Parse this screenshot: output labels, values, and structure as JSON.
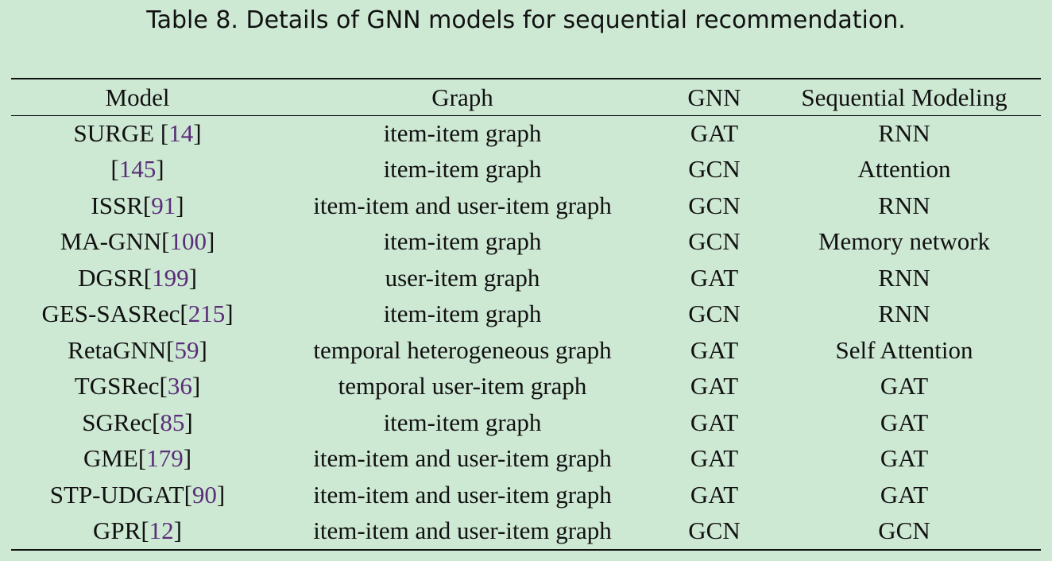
{
  "caption": "Table 8.  Details of GNN models for sequential recommendation.",
  "headers": {
    "model": "Model",
    "graph": "Graph",
    "gnn": "GNN",
    "seq": "Sequential Modeling"
  },
  "rows": [
    {
      "name": "SURGE ",
      "lb": "[",
      "ref": "14",
      "rb": "]",
      "graph": "item-item graph",
      "gnn": "GAT",
      "seq": "RNN"
    },
    {
      "name": "",
      "lb": "[",
      "ref": "145",
      "rb": "]",
      "graph": "item-item graph",
      "gnn": "GCN",
      "seq": "Attention"
    },
    {
      "name": "ISSR",
      "lb": "[",
      "ref": "91",
      "rb": "]",
      "graph": "item-item and user-item graph",
      "gnn": "GCN",
      "seq": "RNN"
    },
    {
      "name": "MA-GNN",
      "lb": "[",
      "ref": "100",
      "rb": "]",
      "graph": "item-item graph",
      "gnn": "GCN",
      "seq": "Memory network"
    },
    {
      "name": "DGSR",
      "lb": "[",
      "ref": "199",
      "rb": "]",
      "graph": "user-item graph",
      "gnn": "GAT",
      "seq": "RNN"
    },
    {
      "name": "GES-SASRec",
      "lb": "[",
      "ref": "215",
      "rb": "]",
      "graph": "item-item graph",
      "gnn": "GCN",
      "seq": "RNN"
    },
    {
      "name": "RetaGNN",
      "lb": "[",
      "ref": "59",
      "rb": "]",
      "graph": "temporal heterogeneous graph",
      "gnn": "GAT",
      "seq": "Self Attention"
    },
    {
      "name": "TGSRec",
      "lb": "[",
      "ref": "36",
      "rb": "]",
      "graph": "temporal user-item graph",
      "gnn": "GAT",
      "seq": "GAT"
    },
    {
      "name": "SGRec",
      "lb": "[",
      "ref": "85",
      "rb": "]",
      "graph": "item-item graph",
      "gnn": "GAT",
      "seq": "GAT"
    },
    {
      "name": "GME",
      "lb": "[",
      "ref": "179",
      "rb": "]",
      "graph": "item-item and user-item graph",
      "gnn": "GAT",
      "seq": "GAT"
    },
    {
      "name": "STP-UDGAT",
      "lb": "[",
      "ref": "90",
      "rb": "]",
      "graph": "item-item and user-item graph",
      "gnn": "GAT",
      "seq": "GAT"
    },
    {
      "name": "GPR",
      "lb": "[",
      "ref": "12",
      "rb": "]",
      "graph": "item-item and user-item graph",
      "gnn": "GCN",
      "seq": "GCN"
    }
  ]
}
